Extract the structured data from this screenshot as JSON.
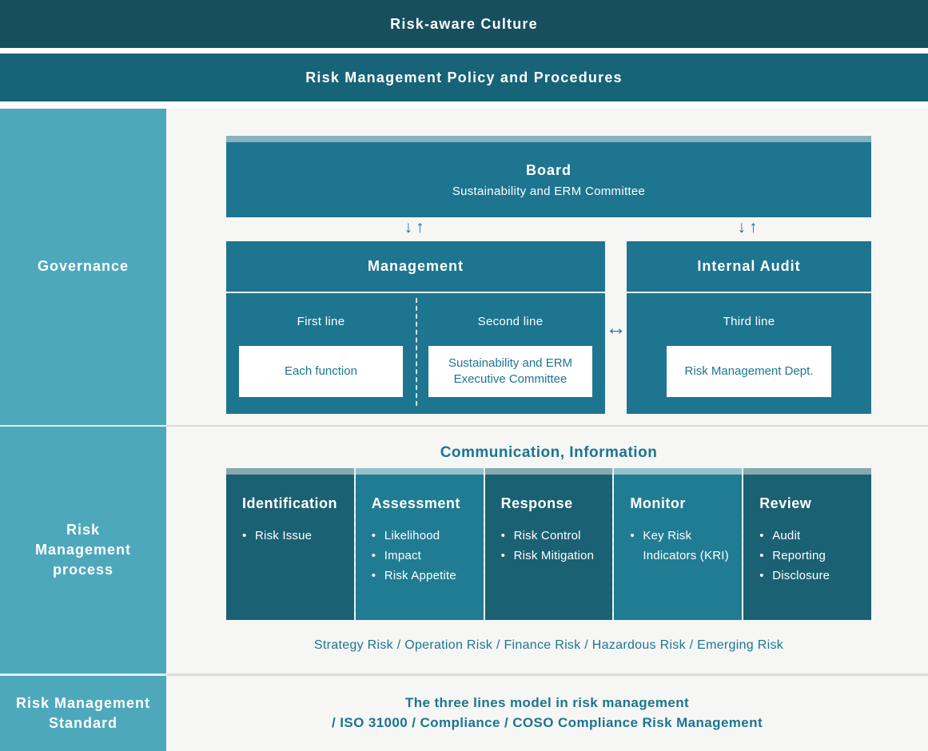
{
  "banners": {
    "culture": "Risk-aware Culture",
    "policy": "Risk Management Policy and Procedures"
  },
  "sidebar": {
    "sections": [
      {
        "label": "Governance"
      },
      {
        "lines": [
          "Risk",
          "Management",
          "process"
        ]
      },
      {
        "lines": [
          "Risk Management",
          "Standard"
        ]
      }
    ]
  },
  "governance": {
    "board": {
      "title": "Board",
      "subtitle": "Sustainability and ERM Committee"
    },
    "management": {
      "title": "Management",
      "first_line": {
        "label": "First line",
        "box": "Each function"
      },
      "second_line": {
        "label": "Second line",
        "box": "Sustainability and ERM Executive Committee"
      }
    },
    "internal_audit": {
      "title": "Internal Audit",
      "third_line": {
        "label": "Third line",
        "box": "Risk Management Dept."
      }
    }
  },
  "icons": {
    "down_arrow": "↓",
    "up_arrow": "↑",
    "double_arrow": "↔"
  },
  "process": {
    "heading": "Communication, Information",
    "columns": [
      {
        "title": "Identification",
        "items": [
          "Risk Issue"
        ]
      },
      {
        "title": "Assessment",
        "items": [
          "Likelihood",
          "Impact",
          "Risk Appetite"
        ]
      },
      {
        "title": "Response",
        "items": [
          "Risk Control",
          "Risk Mitigation"
        ]
      },
      {
        "title": "Monitor",
        "items": [
          "Key Risk Indicators (KRI)"
        ]
      },
      {
        "title": "Review",
        "items": [
          "Audit",
          "Reporting",
          "Disclosure"
        ]
      }
    ],
    "risk_types": "Strategy Risk / Operation Risk / Finance Risk / Hazardous Risk / Emerging Risk"
  },
  "standard": {
    "line1": "The three lines model in risk management",
    "line2": "/ ISO 31000 / Compliance / COSO Compliance Risk Management"
  },
  "colors": {
    "top_banner": "#174F5F",
    "policy_banner": "#176378",
    "sidebar": "#4EA8BC",
    "main_background": "#F6F6F5",
    "box_teal": "#1D7590",
    "board_strip": "#86B2C1",
    "column_dark": "#1A6173",
    "column_light": "#207C92",
    "accent_text": "#1D7590"
  }
}
